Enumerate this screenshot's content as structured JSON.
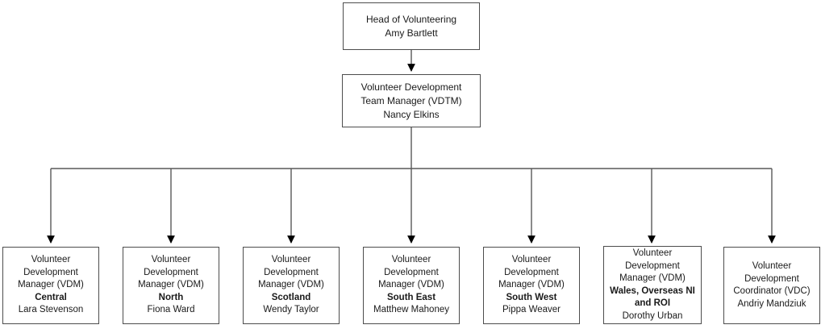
{
  "org": {
    "head": {
      "role": "Head of Volunteering",
      "person": "Amy Bartlett"
    },
    "team_manager": {
      "role_line1": "Volunteer Development",
      "role_line2": "Team Manager (VDTM)",
      "person": "Nancy Elkins"
    },
    "reports": [
      {
        "role_line1": "Volunteer",
        "role_line2": "Development",
        "role_line3": "Manager (VDM)",
        "region_line1": "Central",
        "region_line2": "",
        "person": "Lara Stevenson"
      },
      {
        "role_line1": "Volunteer",
        "role_line2": "Development",
        "role_line3": "Manager (VDM)",
        "region_line1": "North",
        "region_line2": "",
        "person": "Fiona Ward"
      },
      {
        "role_line1": "Volunteer",
        "role_line2": "Development",
        "role_line3": "Manager (VDM)",
        "region_line1": "Scotland",
        "region_line2": "",
        "person": "Wendy Taylor"
      },
      {
        "role_line1": "Volunteer",
        "role_line2": "Development",
        "role_line3": "Manager (VDM)",
        "region_line1": "South East",
        "region_line2": "",
        "person": "Matthew Mahoney"
      },
      {
        "role_line1": "Volunteer",
        "role_line2": "Development",
        "role_line3": "Manager (VDM)",
        "region_line1": "South West",
        "region_line2": "",
        "person": "Pippa Weaver"
      },
      {
        "role_line1": "Volunteer",
        "role_line2": "Development",
        "role_line3": "Manager (VDM)",
        "region_line1": "Wales, Overseas NI",
        "region_line2": "and ROI",
        "person": "Dorothy Urban"
      },
      {
        "role_line1": "Volunteer",
        "role_line2": "Development",
        "role_line3": "Coordinator (VDC)",
        "region_line1": "",
        "region_line2": "",
        "person": "Andriy Mandziuk"
      }
    ],
    "colors": {
      "box_border": "#4d4d4d",
      "connector_line": "#595959",
      "arrowhead": "#000000",
      "text": "#1a1a1a",
      "background": "#ffffff"
    }
  }
}
